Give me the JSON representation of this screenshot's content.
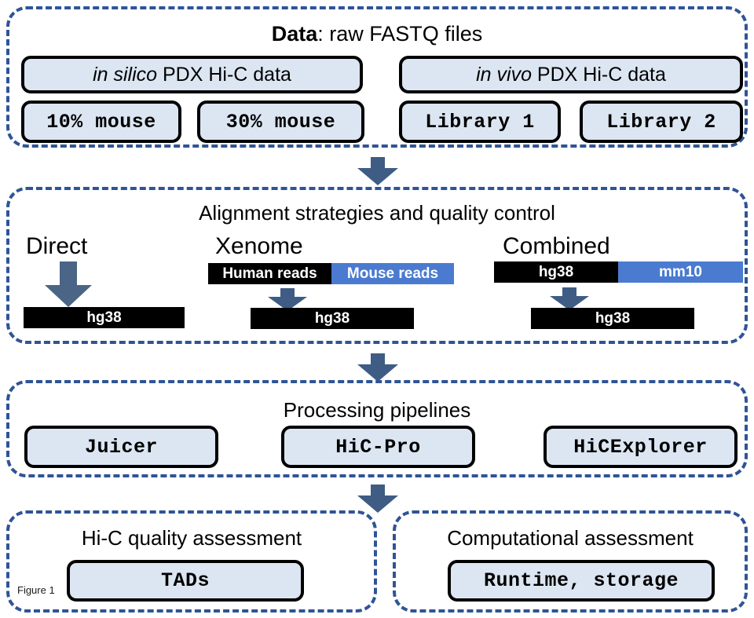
{
  "figure": {
    "caption_label": "Figure 1",
    "colors": {
      "panel_border": "#2F5496",
      "chip_fill": "#DCE6F2",
      "chip_border": "#000000",
      "arrow": "#3E5C84",
      "bar_black": "#000000",
      "bar_blue": "#4A7BD0"
    }
  },
  "sections": {
    "data": {
      "title_bold": "Data",
      "title_rest": ": raw FASTQ files",
      "groups": [
        {
          "label_italic": "in silico",
          "label_rest": " PDX Hi-C data",
          "items": [
            "10% mouse",
            "30% mouse"
          ]
        },
        {
          "label_italic": "in vivo",
          "label_rest": " PDX Hi-C data",
          "items": [
            "Library 1",
            "Library 2"
          ]
        }
      ]
    },
    "alignment": {
      "title": "Alignment strategies and quality control",
      "strategies": [
        {
          "name": "Direct",
          "input_bar": null,
          "output_bar": [
            {
              "text": "hg38",
              "color": "black"
            }
          ]
        },
        {
          "name": "Xenome",
          "input_bar": [
            {
              "text": "Human reads",
              "color": "black"
            },
            {
              "text": "Mouse reads",
              "color": "blue"
            }
          ],
          "output_bar": [
            {
              "text": "hg38",
              "color": "black"
            }
          ]
        },
        {
          "name": "Combined",
          "input_bar": [
            {
              "text": "hg38",
              "color": "black"
            },
            {
              "text": "mm10",
              "color": "blue"
            }
          ],
          "output_bar": [
            {
              "text": "hg38",
              "color": "black"
            }
          ]
        }
      ]
    },
    "pipelines": {
      "title": "Processing pipelines",
      "items": [
        "Juicer",
        "HiC-Pro",
        "HiCExplorer"
      ]
    },
    "assessment": {
      "panels": [
        {
          "title": "Hi-C quality assessment",
          "item": "TADs"
        },
        {
          "title": "Computational assessment",
          "item": "Runtime, storage"
        }
      ]
    }
  }
}
